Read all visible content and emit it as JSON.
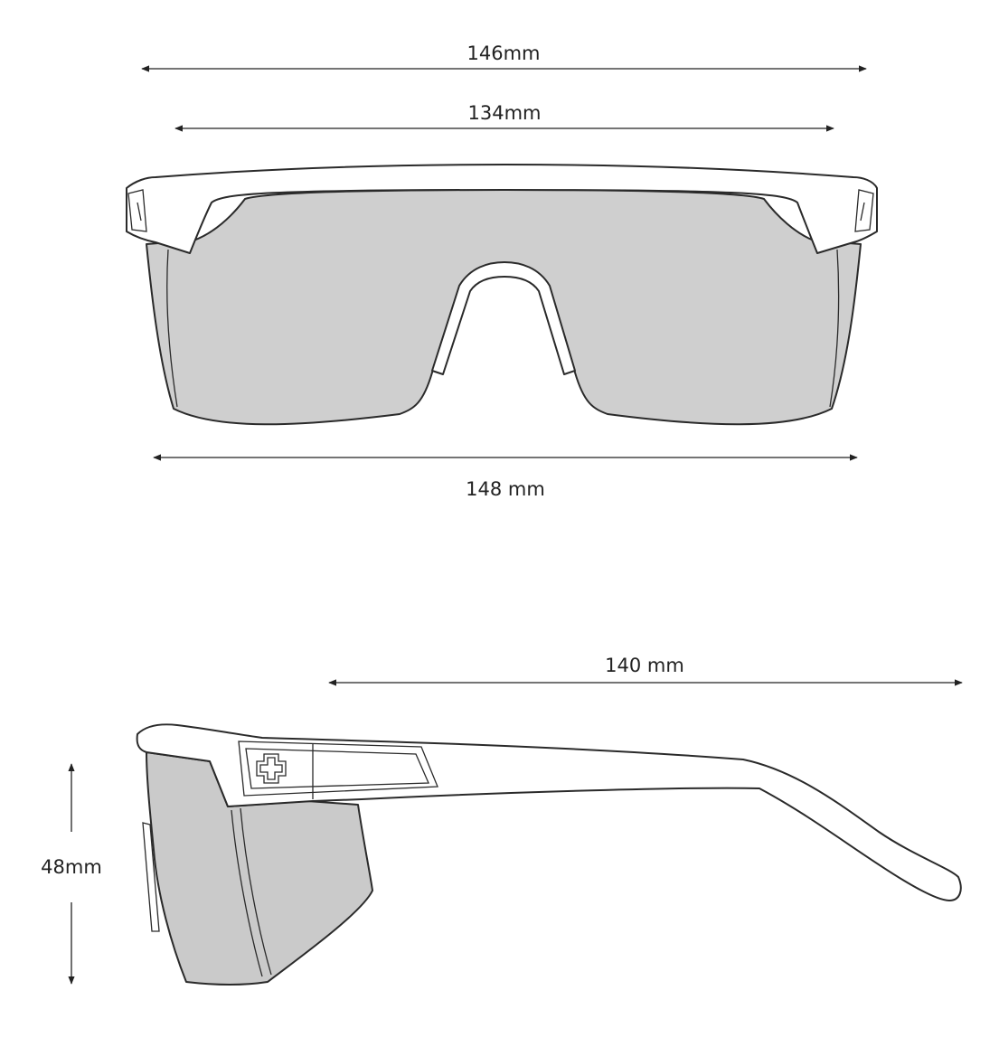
{
  "colors": {
    "lens": "#cfcfcf",
    "lens_side": "#cacaca",
    "frame": "#ffffff",
    "line": "#2a2a2a",
    "text": "#222222",
    "background": "#ffffff"
  },
  "front_view": {
    "dimensions": {
      "frame_width": "146mm",
      "lens_width": "134mm",
      "total_width": "148 mm"
    }
  },
  "side_view": {
    "dimensions": {
      "temple_length": "140 mm",
      "lens_height": "48mm"
    },
    "logo_icon": "cross-logo-icon"
  }
}
